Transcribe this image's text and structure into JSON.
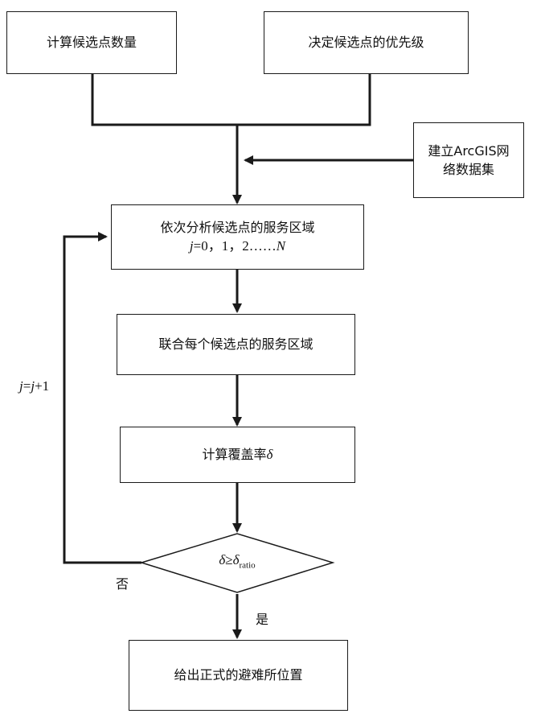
{
  "nodes": {
    "count_candidates": "计算候选点数量",
    "priority": "决定候选点的优先级",
    "arcgis_line1": "建立ArcGIS网",
    "arcgis_line2": "络数据集",
    "analyze_line1": "依次分析候选点的服务区域",
    "analyze_j": "j",
    "analyze_rest": "=0，1，2……",
    "analyze_N": "N",
    "union": "联合每个候选点的服务区域",
    "coverage_text": "计算覆盖率",
    "coverage_delta": "δ",
    "decision_delta": "δ",
    "decision_op": "≥",
    "decision_delta2": "δ",
    "decision_sub": "ratio",
    "final": "给出正式的避难所位置"
  },
  "labels": {
    "loop_j1": "j",
    "loop_eq": "=",
    "loop_j2": "j",
    "loop_plus": "+1",
    "no": "否",
    "yes": "是"
  },
  "colors": {
    "line": "#1a1a1a",
    "box_border": "#1a1a1a"
  }
}
